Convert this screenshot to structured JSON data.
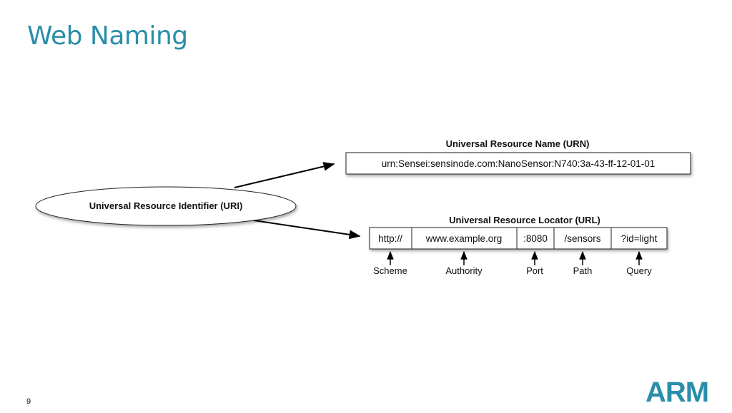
{
  "slide": {
    "title": "Web Naming",
    "page_number": "9",
    "logo": "ARM",
    "accent_color": "#2a8ea8"
  },
  "diagram": {
    "uri_label": "Universal Resource Identifier (URI)",
    "urn": {
      "heading": "Universal Resource Name (URN)",
      "value": "urn:Sensei:sensinode.com:NanoSensor:N740:3a-43-ff-12-01-01"
    },
    "url": {
      "heading": "Universal Resource Locator (URL)",
      "segments": [
        {
          "value": "http://",
          "label": "Scheme"
        },
        {
          "value": "www.example.org",
          "label": "Authority"
        },
        {
          "value": ":8080",
          "label": "Port"
        },
        {
          "value": "/sensors",
          "label": "Path"
        },
        {
          "value": "?id=light",
          "label": "Query"
        }
      ]
    }
  }
}
